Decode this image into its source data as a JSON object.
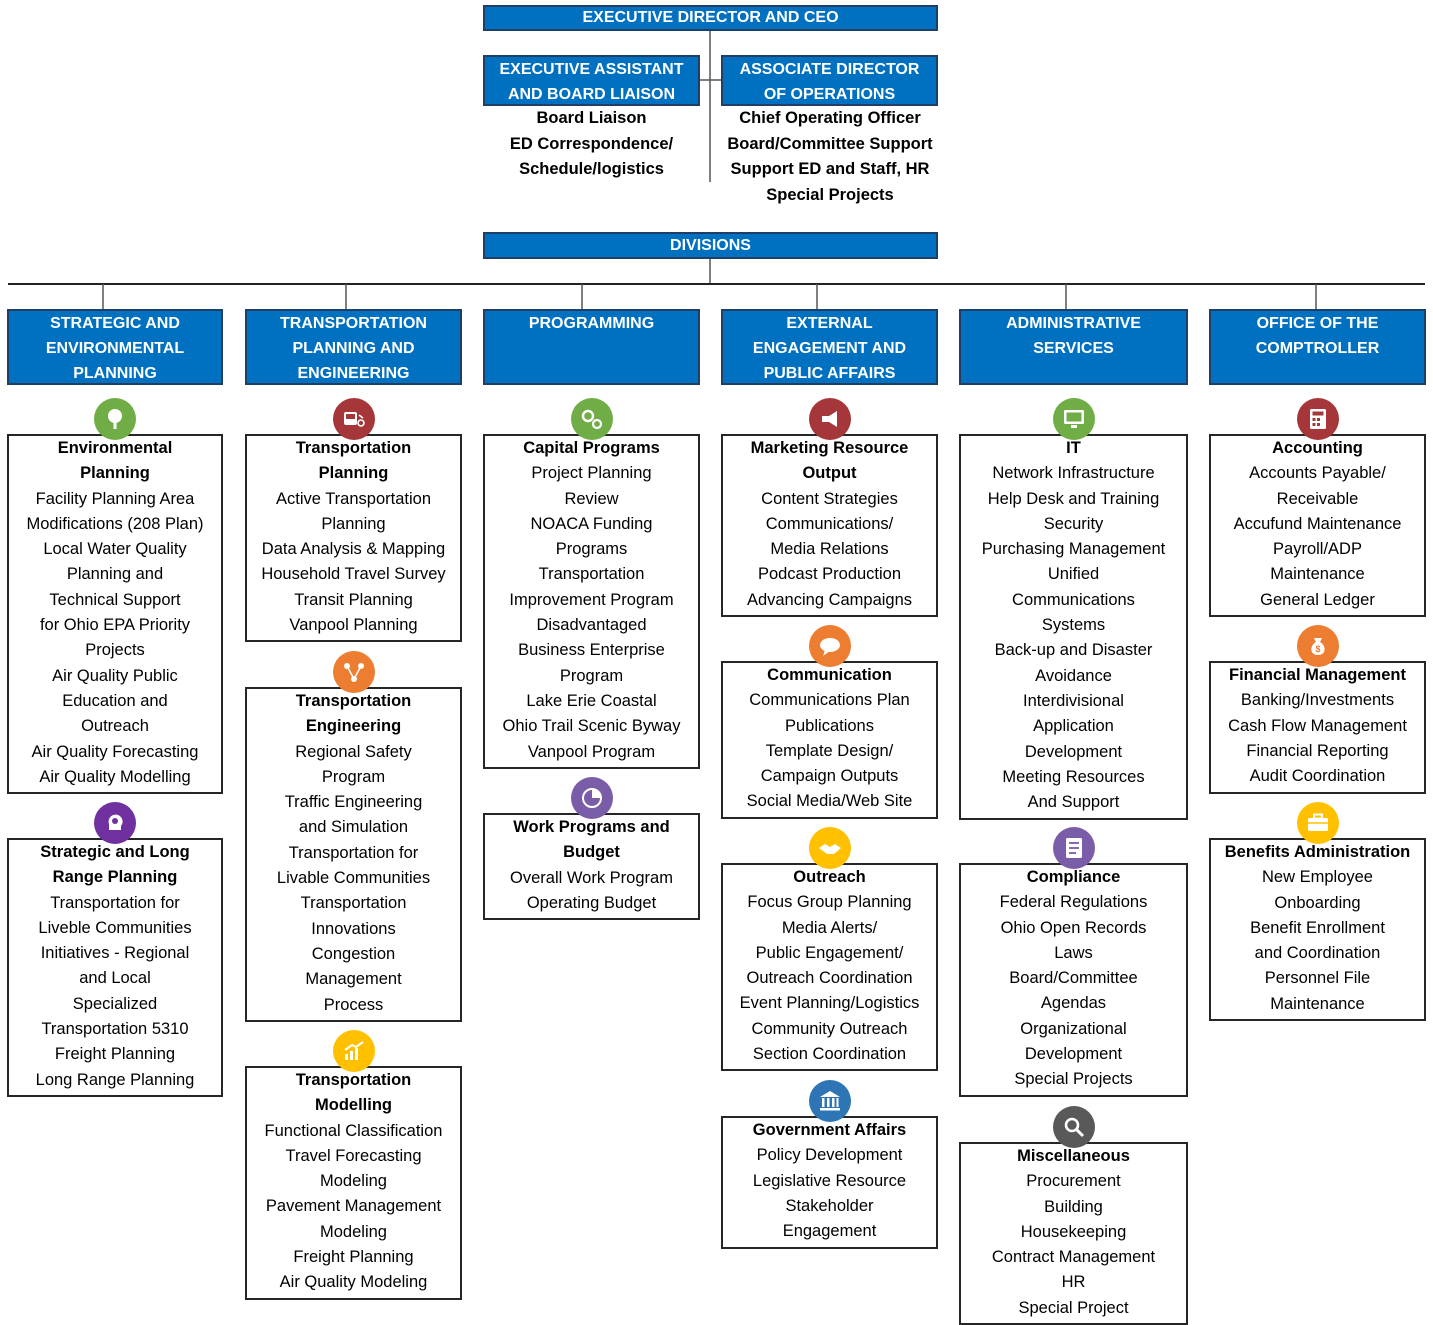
{
  "top": {
    "ceo": "EXECUTIVE DIRECTOR AND CEO",
    "assistant": [
      "EXECUTIVE ASSISTANT",
      "AND BOARD LIAISON"
    ],
    "assistant_duties": [
      "Board Liaison",
      "ED Correspondence/",
      "Schedule/logistics"
    ],
    "associate": [
      "ASSOCIATE DIRECTOR",
      "OF OPERATIONS"
    ],
    "associate_duties": [
      "Chief Operating Officer",
      "Board/Committee Support",
      "Support ED and Staff, HR",
      "Special Projects"
    ],
    "divisions": "DIVISIONS"
  },
  "colors": {
    "header_blue": "#0070C0",
    "green": "#70AD47",
    "maroon": "#A5373A",
    "orange": "#ED7D31",
    "yellow": "#FFC000",
    "purple": "#7030A0",
    "violet": "#7A5DA8",
    "blue": "#2E75B6",
    "gray": "#595959"
  },
  "divisions": [
    {
      "header": [
        "STRATEGIC AND",
        "ENVIRONMENTAL",
        "PLANNING"
      ],
      "groups": [
        {
          "icon": "tree-icon",
          "color": "#70AD47",
          "title": [
            "Environmental",
            "Planning"
          ],
          "items": [
            "Facility Planning Area",
            "Modifications (208 Plan)",
            "Local Water Quality",
            "Planning and",
            "Technical Support",
            "for Ohio EPA Priority",
            "Projects",
            "Air Quality Public",
            "Education and",
            "Outreach",
            "Air Quality Forecasting",
            "Air Quality Modelling"
          ]
        },
        {
          "icon": "head-lightbulb-icon",
          "color": "#7030A0",
          "title": [
            "Strategic and Long",
            "Range Planning"
          ],
          "items": [
            "Transportation for",
            "Liveble Communities",
            "Initiatives - Regional",
            "and Local",
            "Specialized",
            "Transportation 5310",
            "Freight Planning",
            "Long Range Planning"
          ]
        }
      ]
    },
    {
      "header": [
        "TRANSPORTATION",
        "PLANNING AND",
        "ENGINEERING"
      ],
      "groups": [
        {
          "icon": "bus-bike-icon",
          "color": "#A5373A",
          "title": [
            "Transportation",
            "Planning"
          ],
          "items": [
            "Active Transportation",
            "Planning",
            "Data Analysis & Mapping",
            "Household Travel Survey",
            "Transit Planning",
            "Vanpool Planning"
          ]
        },
        {
          "icon": "network-icon",
          "color": "#ED7D31",
          "title": [
            "Transportation",
            "Engineering"
          ],
          "items": [
            "Regional Safety",
            "Program",
            "Traffic Engineering",
            "and Simulation",
            "Transportation for",
            "Livable Communities",
            "Transportation",
            "Innovations",
            "Congestion",
            "Management",
            "Process"
          ]
        },
        {
          "icon": "chart-up-icon",
          "color": "#FFC000",
          "title": [
            "Transportation",
            "Modelling"
          ],
          "items": [
            "Functional Classification",
            "Travel Forecasting",
            "Modeling",
            "Pavement Management",
            "Modeling",
            "Freight Planning",
            "Air Quality Modeling"
          ]
        }
      ]
    },
    {
      "header": [
        "PROGRAMMING"
      ],
      "groups": [
        {
          "icon": "gears-icon",
          "color": "#70AD47",
          "title": [
            "Capital Programs"
          ],
          "items": [
            "Project Planning",
            "Review",
            "NOACA Funding",
            "Programs",
            "Transportation",
            "Improvement Program",
            "Disadvantaged",
            "Business Enterprise",
            "Program",
            "Lake Erie Coastal",
            "Ohio Trail Scenic Byway",
            "Vanpool Program"
          ]
        },
        {
          "icon": "pie-chart-icon",
          "color": "#7A5DA8",
          "title": [
            "Work Programs and",
            "Budget"
          ],
          "items": [
            "Overall Work Program",
            "Operating Budget"
          ]
        }
      ]
    },
    {
      "header": [
        "EXTERNAL",
        "ENGAGEMENT AND",
        "PUBLIC AFFAIRS"
      ],
      "groups": [
        {
          "icon": "megaphone-icon",
          "color": "#A5373A",
          "title": [
            "Marketing Resource",
            "Output"
          ],
          "items": [
            "Content Strategies",
            "Communications/",
            "Media Relations",
            "Podcast Production",
            "Advancing Campaigns"
          ]
        },
        {
          "icon": "speech-bubble-icon",
          "color": "#ED7D31",
          "title": [
            "Communication"
          ],
          "items": [
            "Communications Plan",
            "Publications",
            "Template Design/",
            "Campaign Outputs",
            "Social Media/Web Site"
          ]
        },
        {
          "icon": "handshake-icon",
          "color": "#FFC000",
          "title": [
            "Outreach"
          ],
          "items": [
            "Focus Group Planning",
            "Media Alerts/",
            "Public Engagement/",
            "Outreach Coordination",
            "Event Planning/Logistics",
            "Community Outreach",
            "Section Coordination"
          ]
        },
        {
          "icon": "government-building-icon",
          "color": "#2E75B6",
          "title": [
            "Government Affairs"
          ],
          "items": [
            "Policy Development",
            "Legislative Resource",
            "Stakeholder",
            "Engagement"
          ]
        }
      ]
    },
    {
      "header": [
        "ADMINISTRATIVE",
        "SERVICES"
      ],
      "groups": [
        {
          "icon": "monitor-icon",
          "color": "#70AD47",
          "title": [
            "IT"
          ],
          "items": [
            "Network Infrastructure",
            "Help Desk and Training",
            "Security",
            "Purchasing Management",
            "Unified",
            "Communications",
            "Systems",
            "Back-up and Disaster",
            "Avoidance",
            "Interdivisional",
            "Application",
            "Development",
            "Meeting Resources",
            "And Support"
          ]
        },
        {
          "icon": "checklist-icon",
          "color": "#7A5DA8",
          "title": [
            "Compliance"
          ],
          "items": [
            "Federal Regulations",
            "Ohio Open Records",
            "Laws",
            "Board/Committee",
            "Agendas",
            "Organizational",
            "Development",
            "Special Projects"
          ]
        },
        {
          "icon": "magnifier-icon",
          "color": "#595959",
          "title": [
            "Miscellaneous"
          ],
          "items": [
            "Procurement",
            "Building",
            "Housekeeping",
            "Contract Management",
            "HR",
            "Special Project"
          ]
        }
      ]
    },
    {
      "header": [
        "OFFICE OF THE",
        "COMPTROLLER"
      ],
      "groups": [
        {
          "icon": "calculator-icon",
          "color": "#A5373A",
          "title": [
            "Accounting"
          ],
          "items": [
            "Accounts Payable/",
            "Receivable",
            "Accufund Maintenance",
            "Payroll/ADP",
            "Maintenance",
            "General Ledger"
          ]
        },
        {
          "icon": "money-bag-icon",
          "color": "#ED7D31",
          "title": [
            "Financial Management"
          ],
          "items": [
            "Banking/Investments",
            "Cash Flow Management",
            "Financial Reporting",
            "Audit Coordination"
          ]
        },
        {
          "icon": "briefcase-icon",
          "color": "#FFC000",
          "title": [
            "Benefits Administration"
          ],
          "items": [
            "New Employee",
            "Onboarding",
            "Benefit Enrollment",
            "and Coordination",
            "Personnel File",
            "Maintenance"
          ]
        }
      ]
    }
  ]
}
